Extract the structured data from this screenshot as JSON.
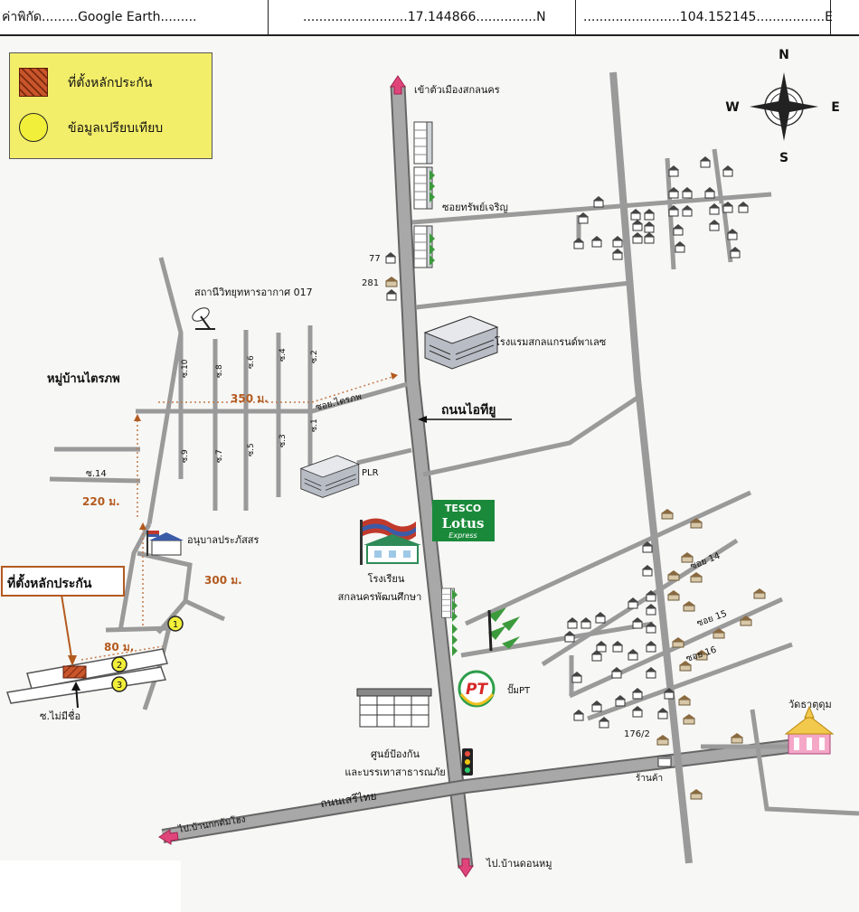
{
  "header": {
    "coord_label": "ค่าพิกัด.........Google Earth.........",
    "lat": "..........................17.144866...............N",
    "lon": "........................104.152145.................E"
  },
  "legend": {
    "collateral": "ที่ตั้งหลักประกัน",
    "comparison": "ข้อมูลเปรียบเทียบ"
  },
  "compass": {
    "n": "N",
    "s": "S",
    "e": "E",
    "w": "W"
  },
  "labels": {
    "to_city": "เข้าตัวเมืองสกลนคร",
    "soi_sapcharoen": "ซอยทรัพย์เจริญ",
    "n77": "77",
    "n281": "281",
    "radio_station": "สถานีวิทยุทหารอากาศ 017",
    "hotel": "โรงแรมสกลแกรนด์พาเลซ",
    "village": "หมู่บ้านไตรภพ",
    "d350": "350 ม.",
    "soi_traipop": "ซอย.ไตรภพ",
    "road_ai_thi_yu": "ถนนไอทียู",
    "s14_left": "ซ.14",
    "plr": "PLR",
    "d220": "220 ม.",
    "tesco1": "TESCO",
    "tesco2": "Lotus",
    "tesco3": "Express",
    "kindergarten": "อนุบาลประภัสสร",
    "school1": "โรงเรียน",
    "school2": "สกลนครพัฒนศึกษา",
    "d300": "300 ม.",
    "collateral_box": "ที่ตั้งหลักประกัน",
    "soi14": "ซอย 14",
    "soi15": "ซอย 15",
    "soi16": "ซอย 16",
    "d80": "80 ม.",
    "pt_logo": "PT",
    "pt_pump": "ปั๊มPT",
    "soi_noname": "ซ.ไม่มีชื่อ",
    "temple": "วัดธาตุดุม",
    "center1": "ศูนย์ป้องกัน",
    "center2": "และบรรเทาสาธารณภัย",
    "n176": "176/2",
    "shop": "ร้านค้า",
    "road_seri_thai": "ถนนเสรีไทย",
    "to_ban_kok": "ไป.บ้านกกต้มโฮง",
    "to_don_mu": "ไป.บ้านดอนหมู",
    "m1": "1",
    "m2": "2",
    "m3": "3"
  },
  "sois": [
    "ซ.10",
    "ซ.8",
    "ซ.6",
    "ซ.4",
    "ซ.2",
    "ซ.9",
    "ซ.7",
    "ซ.5",
    "ซ.3",
    "ซ.1"
  ],
  "colors": {
    "road": "#9a9a9a",
    "road_edge": "#666666",
    "legend_bg": "#f3ee6a",
    "collateral": "#c9552a",
    "marker": "#f2ef3a",
    "distance": "#b35a1f",
    "arrow": "#e0457a",
    "tesco": "#1a8a3a"
  }
}
